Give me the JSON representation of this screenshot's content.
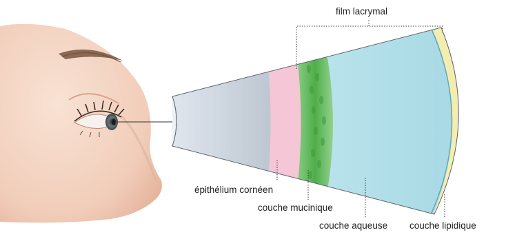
{
  "diagram": {
    "labels": {
      "film": "film lacrymal",
      "epithelium": "épithélium cornéen",
      "mucin": "couche mucinique",
      "aqueous": "couche aqueuse",
      "lipid": "couche lipidique"
    },
    "colors": {
      "skin": "#f3d3c1",
      "skin_shadow": "#dfa88f",
      "iris": "#5b6a6e",
      "cornea_tissue_start": "#cfd7e2",
      "cornea_tissue_end": "#7f8c98",
      "epithelium": "#f4c4d4",
      "mucin": "#6fbf63",
      "aqueous": "#a9dbe6",
      "lipid": "#f4edb0"
    }
  }
}
